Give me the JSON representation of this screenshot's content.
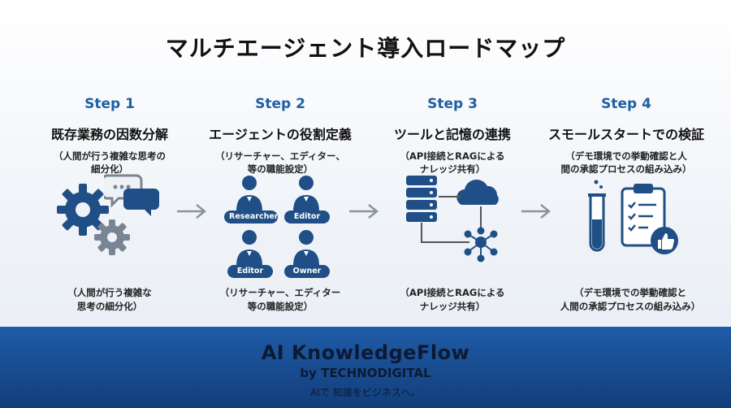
{
  "title": "マルチエージェント導入ロードマップ",
  "steps": [
    {
      "label": "Step 1",
      "title": "既存業務の因数分解",
      "desc_lines": [
        "（人間が行う複雑な思考の",
        "細分化）"
      ],
      "bottom_lines": [
        "（人間が行う複雑な",
        "思考の細分化）"
      ]
    },
    {
      "label": "Step 2",
      "title": "エージェントの役割定義",
      "desc_lines": [
        "（リサーチャー、エディター、",
        "等の職能設定）"
      ],
      "bottom_lines": [
        "（リサーチャー、エディター",
        "等の職能設定）"
      ],
      "roles": [
        "Researcher",
        "Editor",
        "Editor",
        "Owner"
      ]
    },
    {
      "label": "Step 3",
      "title": "ツールと記憶の連携",
      "desc_lines": [
        "（API接続とRAGによる",
        "ナレッジ共有）"
      ],
      "bottom_lines": [
        "（API接続とRAGによる",
        "ナレッジ共有）"
      ]
    },
    {
      "label": "Step 4",
      "title": "スモールスタートでの検証",
      "desc_lines": [
        "（デモ環境での挙動確認と人",
        "間の承認プロセスの組み込み）"
      ],
      "bottom_lines": [
        "（デモ環境での挙動確認と",
        "人間の承認プロセスの組み込み）"
      ]
    }
  ],
  "icons": {
    "step1": [
      "gear-icon",
      "chat-bubbles-icon"
    ],
    "step2": [
      "person-icon"
    ],
    "step3": [
      "database-icon",
      "cloud-icon",
      "network-icon"
    ],
    "step4": [
      "test-tube-icon",
      "checklist-icon",
      "thumbs-up-icon"
    ]
  },
  "colors": {
    "accent": "#1f5fa6",
    "icon_blue": "#1f4f86",
    "gear_gray": "#7a8593",
    "footer_top": "#1f5ca8",
    "footer_bottom": "#123e7a"
  },
  "footer": {
    "brand": "AI KnowledgeFlow",
    "by": "by TECHNODIGITAL",
    "tagline": "AIで 知識をビジネスへ。"
  }
}
